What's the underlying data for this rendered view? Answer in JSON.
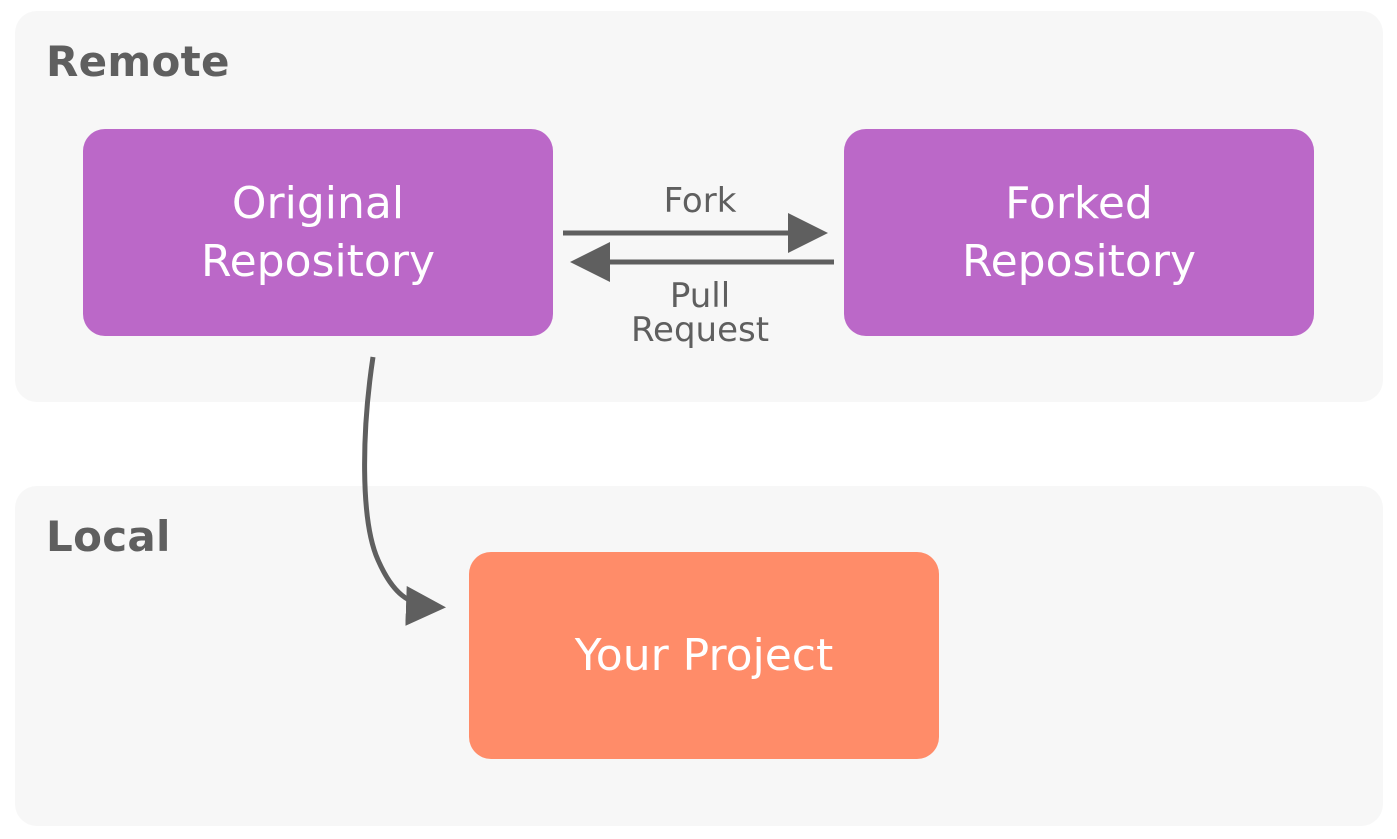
{
  "groups": {
    "remote": {
      "title": "Remote"
    },
    "local": {
      "title": "Local"
    }
  },
  "nodes": {
    "original": {
      "label": "Original\nRepository"
    },
    "forked": {
      "label": "Forked\nRepository"
    },
    "project": {
      "label": "Your Project"
    }
  },
  "edges": {
    "fork": {
      "label": "Fork"
    },
    "pull_request": {
      "label": "Pull\nRequest"
    },
    "clone": {
      "label": ""
    }
  },
  "colors": {
    "repository": "#bb68c8",
    "project": "#ff8c69",
    "panel": "#f7f7f7",
    "text_dark": "#5f5f5f",
    "arrow": "#5f5f5f"
  }
}
